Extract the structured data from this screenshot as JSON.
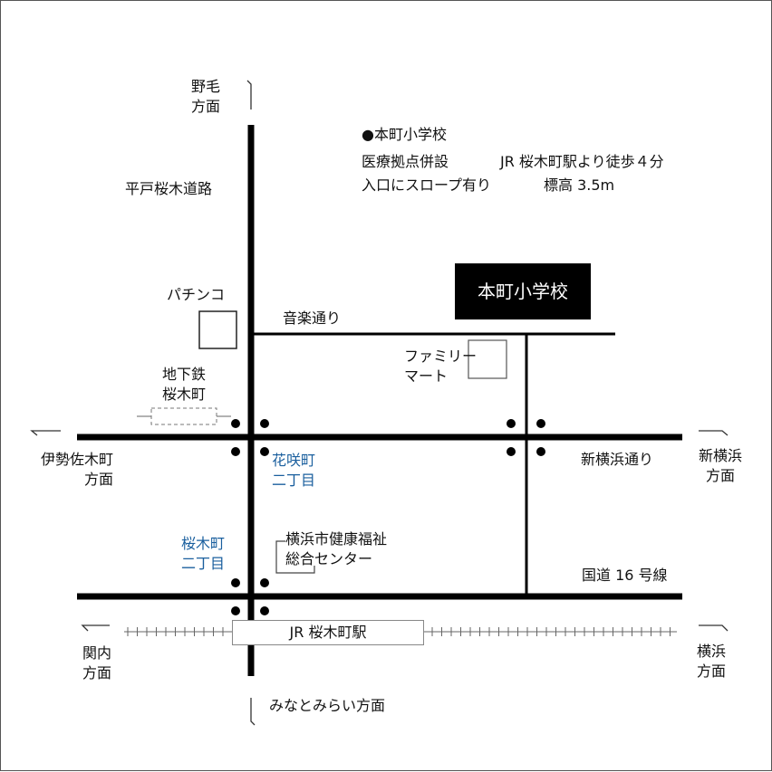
{
  "info": {
    "school_title": "●本町小学校",
    "line1_left": "医療拠点併設",
    "line1_right": "JR 桜木町駅より徒歩４分",
    "line2_left": "入口にスロープ有り",
    "line2_right": "標高 3.5m"
  },
  "school_box": "本町小学校",
  "roads": {
    "hirato_sakuragi": "平戸桜木道路",
    "ongaku_dori": "音楽通り",
    "shin_yokohama_dori": "新横浜通り",
    "kokudo16": "国道 16 号線"
  },
  "landmarks": {
    "pachinko": "パチンコ",
    "familymart_line1": "ファミリー",
    "familymart_line2": "マート",
    "welfare_line1": "横浜市健康福祉",
    "welfare_line2": "総合センター"
  },
  "districts": {
    "hanasaki_line1": "花咲町",
    "hanasaki_line2": "二丁目",
    "sakuragi_line1": "桜木町",
    "sakuragi_line2": "二丁目",
    "district_color": "#1a5f9e"
  },
  "stations": {
    "subway_line1": "地下鉄",
    "subway_line2": "桜木町",
    "jr": "JR 桜木町駅"
  },
  "directions": {
    "noge_line1": "野毛",
    "noge_line2": "方面",
    "isezaki_line1": "伊勢佐木町",
    "isezaki_line2": "方面",
    "shinyokohama_line1": "新横浜",
    "shinyokohama_line2": "方面",
    "kannai_line1": "関内",
    "kannai_line2": "方面",
    "yokohama_line1": "横浜",
    "yokohama_line2": "方面",
    "minatomirai": "みなとみらい方面"
  }
}
